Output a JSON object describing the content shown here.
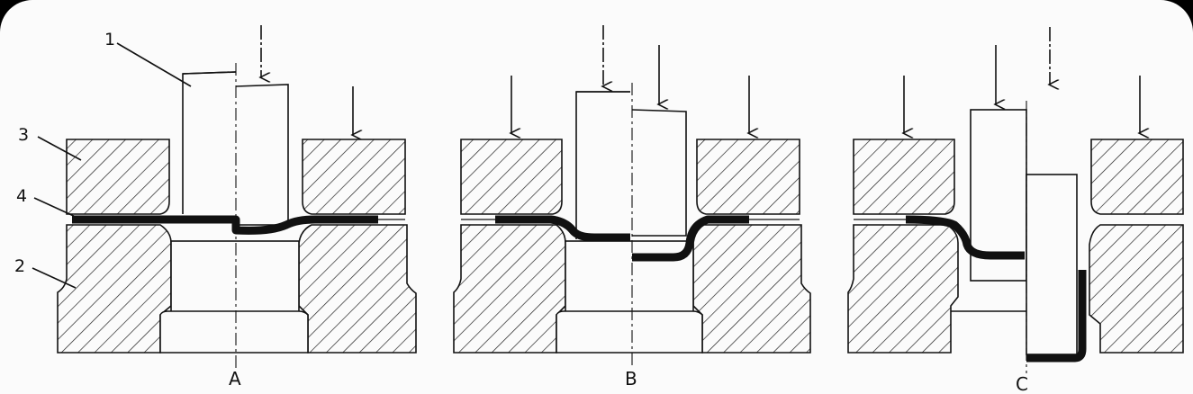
{
  "diagram": {
    "part_labels": [
      "1",
      "3",
      "4",
      "2"
    ],
    "stage_labels": [
      "A",
      "B",
      "C"
    ]
  },
  "colors": {
    "ink": "#111111",
    "paper": "#fbfbfb",
    "backdrop": "#000000"
  }
}
